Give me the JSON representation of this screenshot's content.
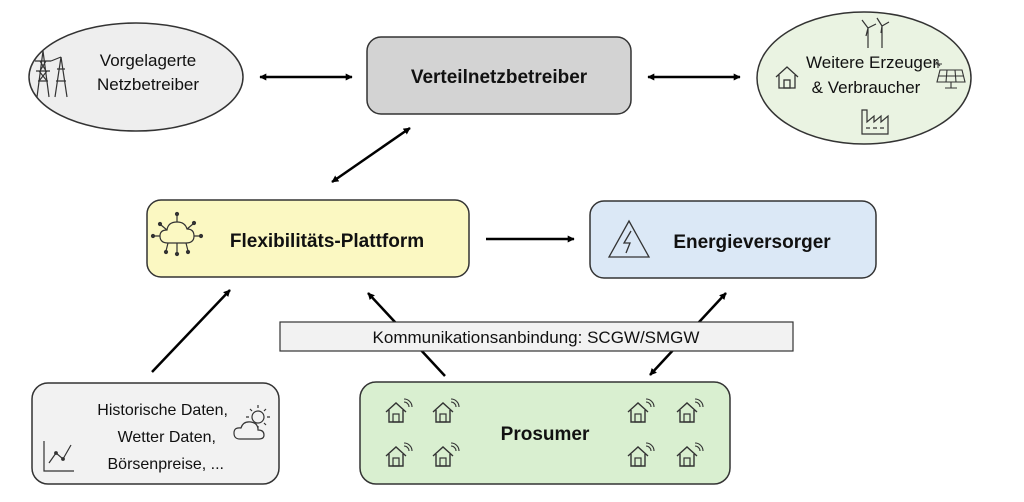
{
  "nodes": {
    "upstream": {
      "line1": "Vorgelagerte",
      "line2": "Netzbetreiber",
      "fill": "#eeeeee"
    },
    "dso": {
      "label": "Verteilnetzbetreiber",
      "fill": "#d3d3d3"
    },
    "others": {
      "line1": "Weitere Erzeuger",
      "line2": "& Verbraucher",
      "fill": "#eaf3e2"
    },
    "platform": {
      "label": "Flexibilitäts-Plattform",
      "fill": "#fbf8c2"
    },
    "supplier": {
      "label": "Energieversorger",
      "fill": "#dbe8f6"
    },
    "data": {
      "line1": "Historische Daten,",
      "line2": "Wetter Daten,",
      "line3": "Börsenpreise, ...",
      "fill": "#f2f2f2"
    },
    "prosumer": {
      "label": "Prosumer",
      "fill": "#d9efd0"
    }
  },
  "communication_bar": {
    "label": "Kommunikationsanbindung: SCGW/SMGW",
    "fill": "#f2f2f2"
  },
  "icons": [
    "transmission-tower-icon",
    "wind-turbine-icon",
    "house-icon",
    "solar-panel-icon",
    "factory-icon",
    "cloud-network-icon",
    "lightning-icon",
    "smart-house-icon",
    "chart-icon",
    "sun-cloud-icon"
  ]
}
